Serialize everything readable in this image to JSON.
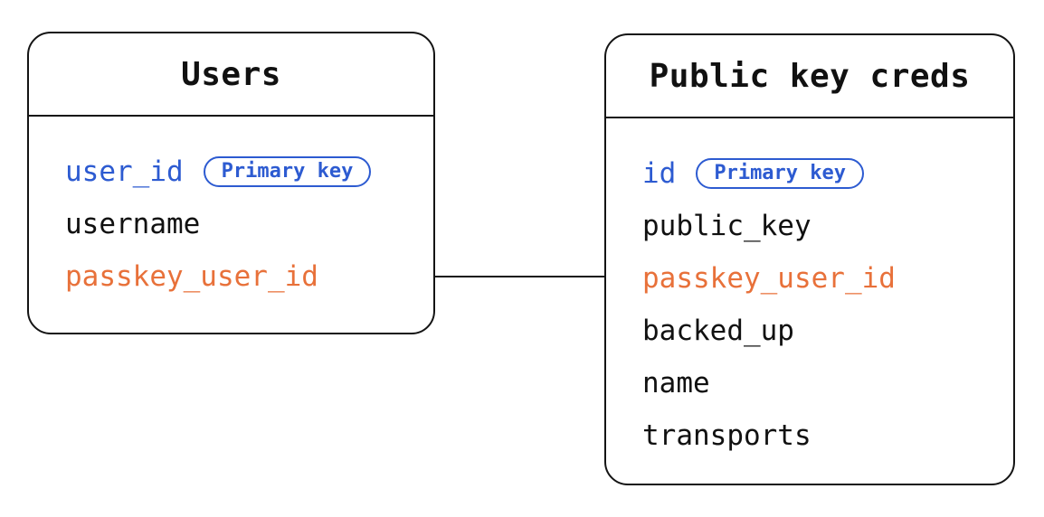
{
  "diagram": {
    "colors": {
      "primary_key_blue": "#2d5bd1",
      "foreign_key_orange": "#e8713a",
      "text_black": "#111111",
      "border_line": "#141414",
      "background": "#ffffff"
    },
    "tables": [
      {
        "title": "Users",
        "fields": [
          {
            "name": "user_id",
            "color": "blue",
            "badge": "Primary key"
          },
          {
            "name": "username",
            "color": "black",
            "badge": null
          },
          {
            "name": "passkey_user_id",
            "color": "orange",
            "badge": null
          }
        ]
      },
      {
        "title": "Public key creds",
        "fields": [
          {
            "name": "id",
            "color": "blue",
            "badge": "Primary key"
          },
          {
            "name": "public_key",
            "color": "black",
            "badge": null
          },
          {
            "name": "passkey_user_id",
            "color": "orange",
            "badge": null
          },
          {
            "name": "backed_up",
            "color": "black",
            "badge": null
          },
          {
            "name": "name",
            "color": "black",
            "badge": null
          },
          {
            "name": "transports",
            "color": "black",
            "badge": null
          }
        ]
      }
    ],
    "relationship": {
      "from_table": "Users",
      "from_field": "passkey_user_id",
      "to_table": "Public key creds",
      "to_field": "passkey_user_id"
    }
  }
}
